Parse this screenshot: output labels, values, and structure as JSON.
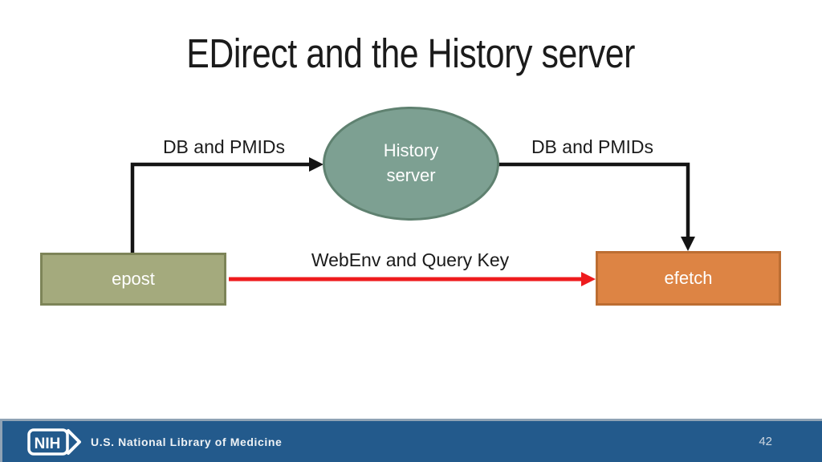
{
  "slide": {
    "title": "EDirect and the History server",
    "page_number": "42"
  },
  "diagram": {
    "nodes": {
      "history_server": {
        "label": "History server",
        "fill": "#7da092",
        "border": "#5f8170"
      },
      "epost": {
        "label": "epost",
        "fill": "#a4aa7d",
        "border": "#7d8458"
      },
      "efetch": {
        "label": "efetch",
        "fill": "#dd8444",
        "border": "#bc6d32"
      }
    },
    "flows": {
      "epost_to_history": {
        "label": "DB and PMIDs"
      },
      "history_to_efetch": {
        "label": "DB and PMIDs"
      },
      "epost_to_efetch": {
        "label": "WebEnv and Query Key"
      }
    },
    "colors": {
      "black_arrow": "#141414",
      "red_arrow": "#ee1b1e"
    }
  },
  "footer": {
    "logo_text": "NIH",
    "organization": "U.S. National Library of Medicine",
    "bar_color": "#235a8c"
  }
}
